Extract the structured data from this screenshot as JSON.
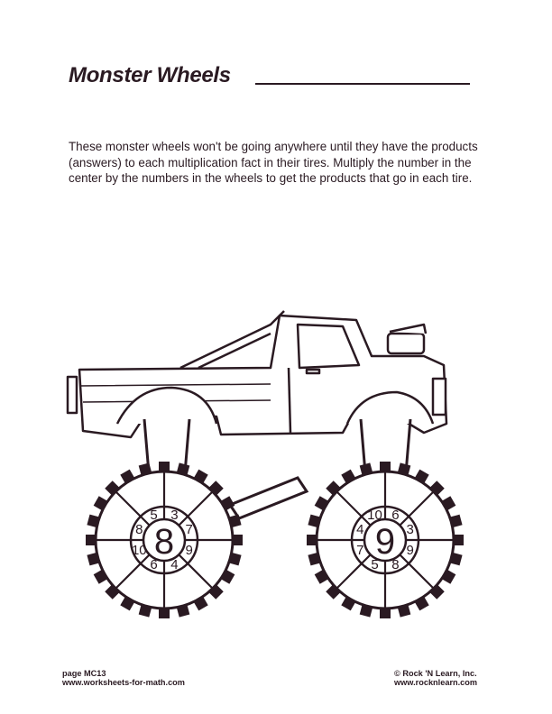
{
  "title": "Monster Wheels",
  "instructions": "These monster wheels won't be going anywhere until they have the products (answers) to each multiplication fact in their tires. Multiply the number in the center by the numbers in the wheels to get the products that go in each tire.",
  "wheels": [
    {
      "center": "8",
      "numbers_clockwise_from_top_right": [
        "3",
        "7",
        "9",
        "4",
        "6",
        "10",
        "8",
        "5"
      ]
    },
    {
      "center": "9",
      "numbers_clockwise_from_top_right": [
        "6",
        "3",
        "9",
        "8",
        "5",
        "7",
        "4",
        "10"
      ]
    }
  ],
  "footer": {
    "page": "page MC13",
    "site_left": "www.worksheets-for-math.com",
    "copyright": "© Rock 'N Learn, Inc.",
    "site_right": "www.rocknlearn.com"
  },
  "colors": {
    "ink": "#2a1a22"
  }
}
